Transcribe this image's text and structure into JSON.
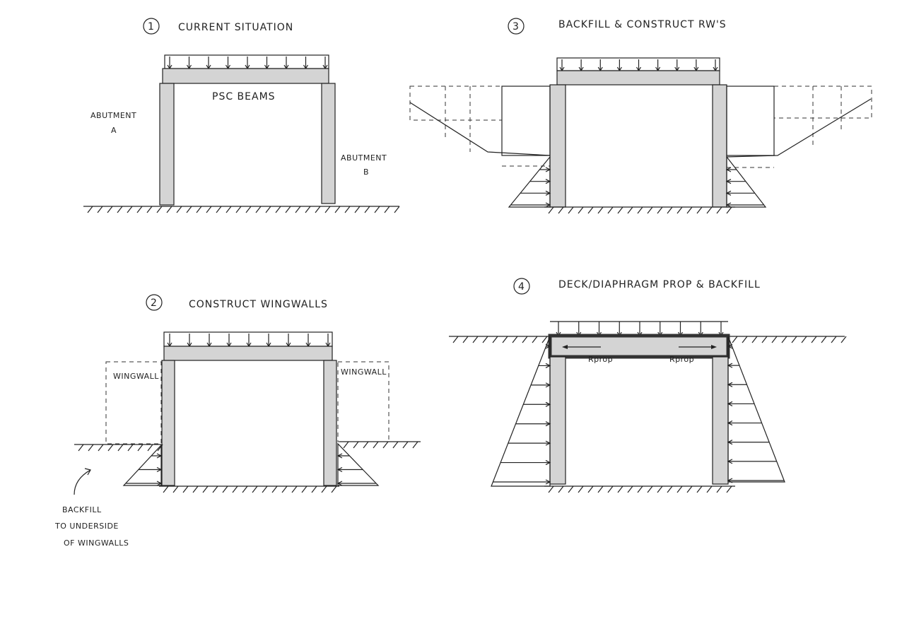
{
  "panel1": {
    "number": "1",
    "title": "CURRENT SITUATION",
    "beams": "PSC BEAMS",
    "abutment_a": [
      "ABUTMENT",
      "A"
    ],
    "abutment_b": [
      "ABUTMENT",
      "B"
    ]
  },
  "panel2": {
    "number": "2",
    "title": "CONSTRUCT WINGWALLS",
    "wingwall_left": "WINGWALL",
    "wingwall_right": "WINGWALL",
    "note": [
      "BACKFILL",
      "TO UNDERSIDE",
      "OF WINGWALLS"
    ]
  },
  "panel3": {
    "number": "3",
    "title": "BACKFILL & CONSTRUCT RW'S"
  },
  "panel4": {
    "number": "4",
    "title": "DECK/DIAPHRAGM PROP & BACKFILL",
    "prop_left": "Rprop",
    "prop_right": "Rprop"
  }
}
